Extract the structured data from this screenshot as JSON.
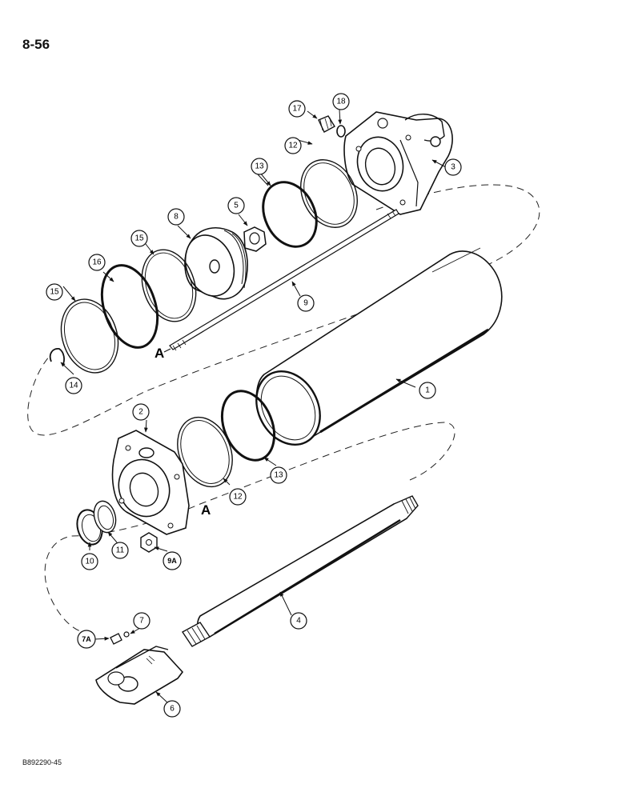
{
  "page_number": "8-56",
  "figure_code": "B892290-45",
  "reference_letter": "A",
  "callouts": {
    "c1": "1",
    "c2": "2",
    "c3": "3",
    "c4": "4",
    "c5": "5",
    "c6": "6",
    "c7": "7",
    "c7a": "7A",
    "c8": "8",
    "c9": "9",
    "c9a": "9A",
    "c10": "10",
    "c11": "11",
    "c12a": "12",
    "c12b": "12",
    "c13a": "13",
    "c13b": "13",
    "c14": "14",
    "c15a": "15",
    "c15b": "15",
    "c16": "16",
    "c17": "17",
    "c18": "18"
  }
}
